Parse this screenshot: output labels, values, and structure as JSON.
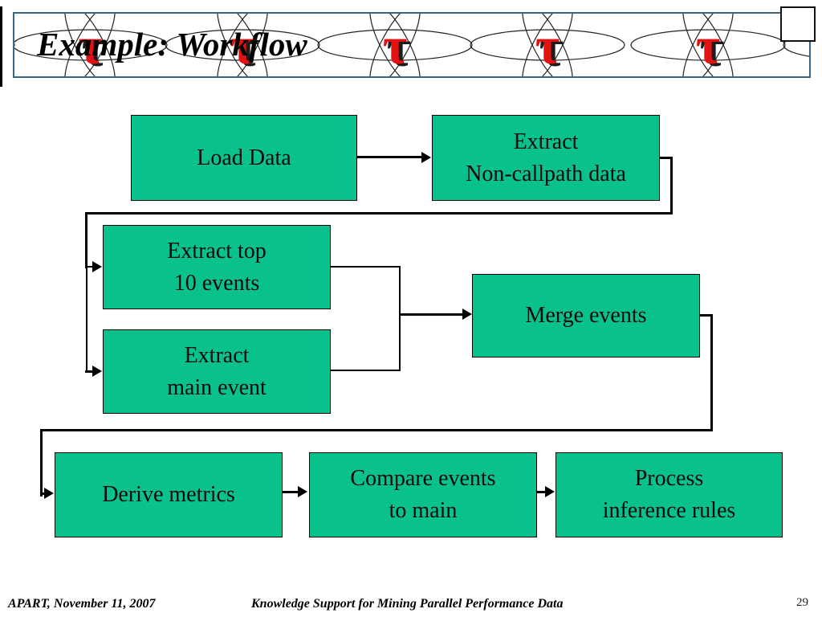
{
  "slide": {
    "title": "Example: Workflow",
    "footer_left": "APART, November 11, 2007",
    "footer_center": "Knowledge Support for Mining Parallel Performance Data",
    "page_number": "29"
  },
  "banner": {
    "tau_symbol": "τ",
    "colors": {
      "border": "#3d6480",
      "tau": "#e31212"
    }
  },
  "diagram": {
    "colors": {
      "box_fill": "#09c18c",
      "box_border": "#000000",
      "line": "#000000"
    },
    "boxes": [
      {
        "label": "Load Data"
      },
      {
        "label": "Extract\nNon-callpath data"
      },
      {
        "label": "Extract top\n10 events"
      },
      {
        "label": "Merge events"
      },
      {
        "label": "Extract\nmain event"
      },
      {
        "label": "Derive metrics"
      },
      {
        "label": "Compare events\nto main"
      },
      {
        "label": "Process\ninference rules"
      }
    ]
  }
}
